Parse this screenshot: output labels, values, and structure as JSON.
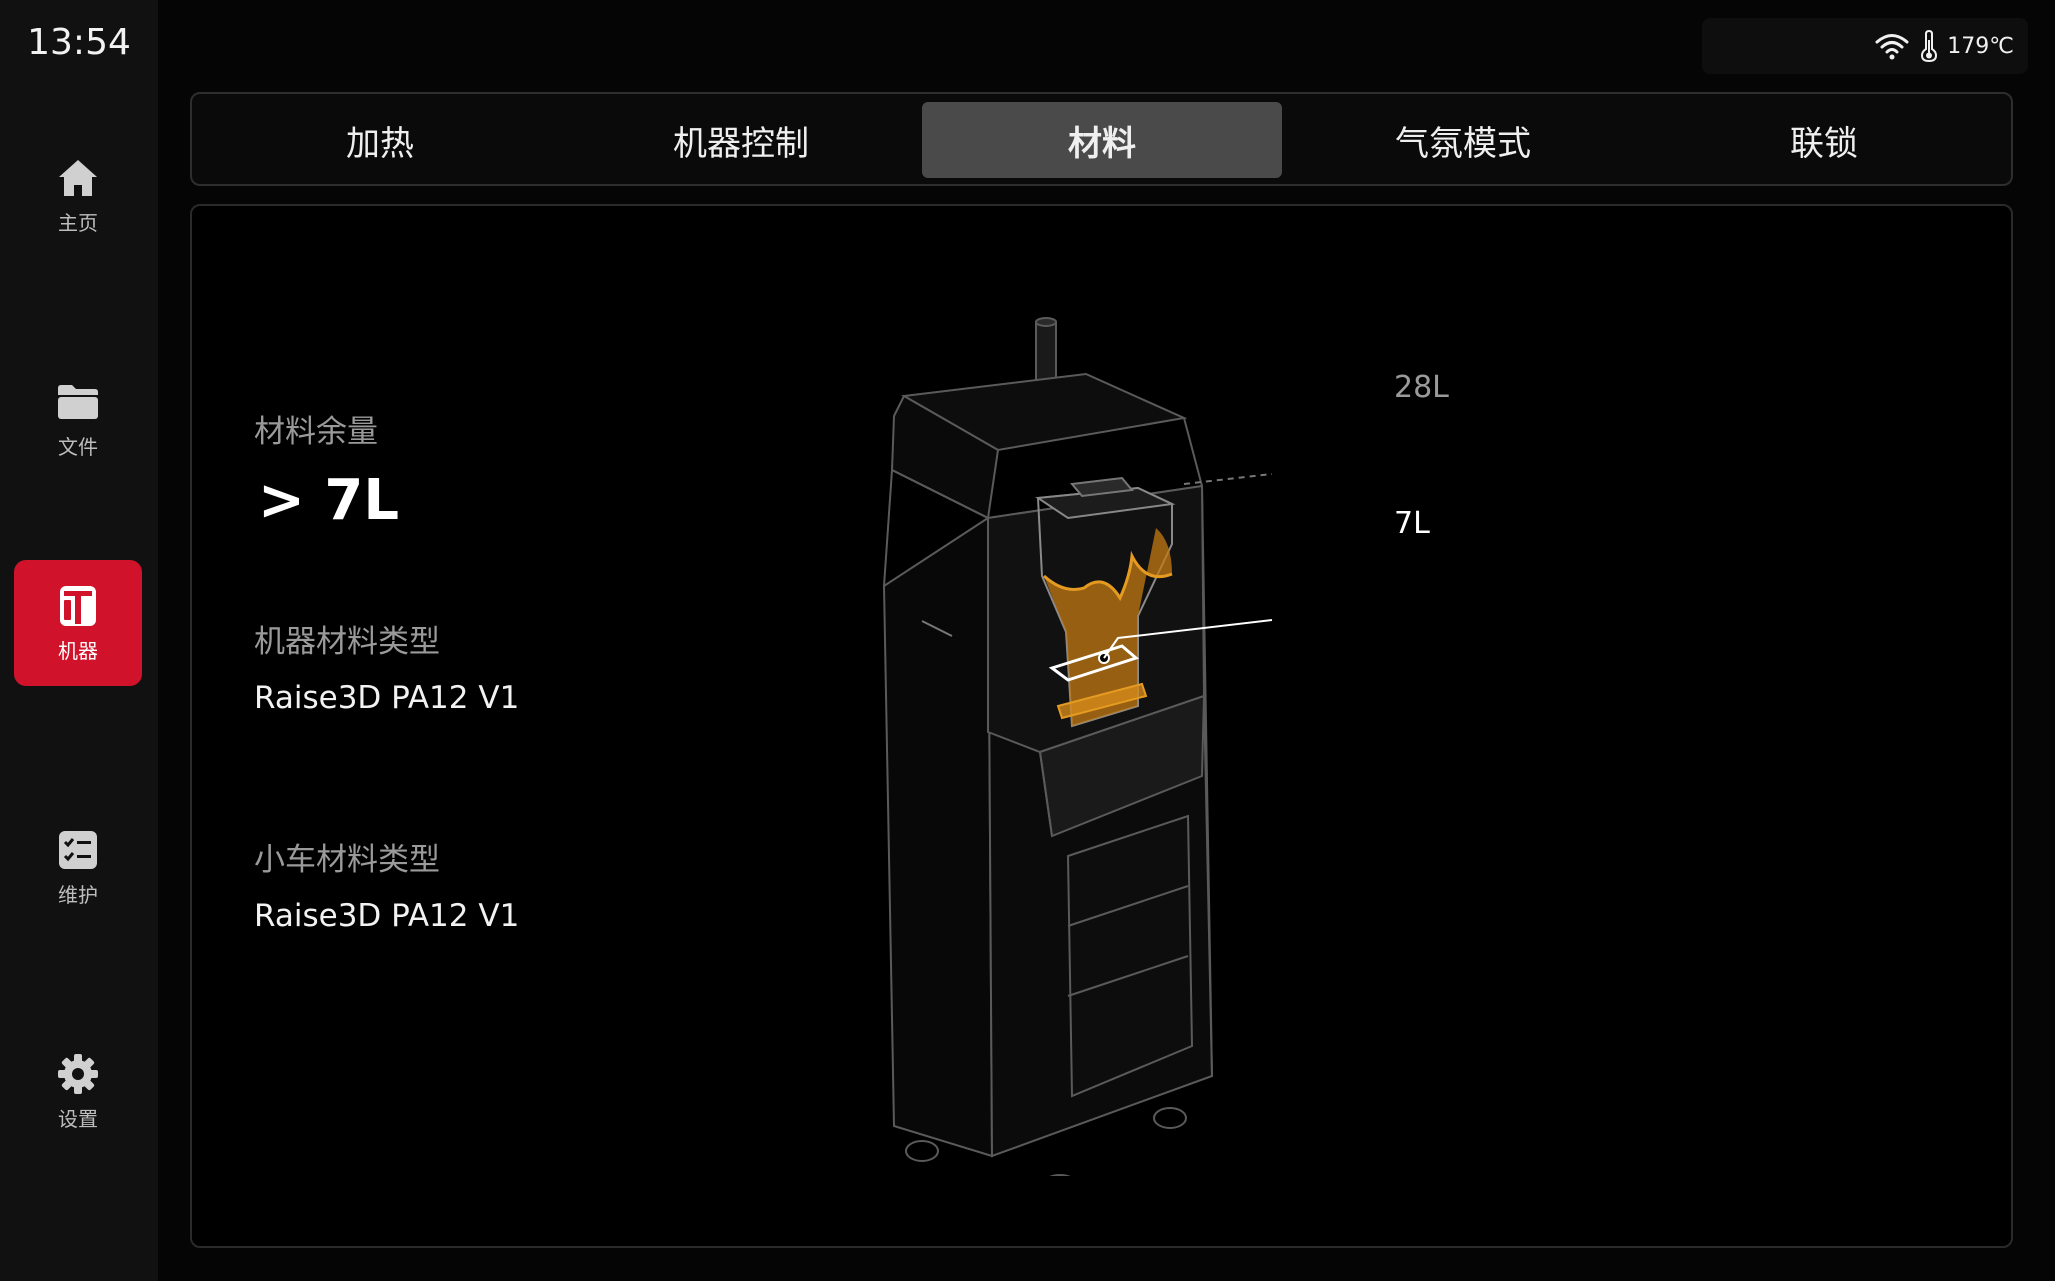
{
  "status_bar": {
    "time": "13:54",
    "temperature": "179℃",
    "icons": [
      "wifi-icon",
      "thermometer-icon"
    ]
  },
  "sidebar": {
    "items": [
      {
        "label": "主页",
        "icon": "home-icon",
        "active": false
      },
      {
        "label": "文件",
        "icon": "folder-icon",
        "active": false
      },
      {
        "label": "机器",
        "icon": "machine-icon",
        "active": true
      },
      {
        "label": "维护",
        "icon": "checklist-icon",
        "active": false
      },
      {
        "label": "设置",
        "icon": "gear-icon",
        "active": false
      }
    ]
  },
  "tabs": [
    {
      "label": "加热",
      "active": false
    },
    {
      "label": "机器控制",
      "active": false
    },
    {
      "label": "材料",
      "active": true
    },
    {
      "label": "气氛模式",
      "active": false
    },
    {
      "label": "联锁",
      "active": false
    }
  ],
  "material": {
    "remaining_label": "材料余量",
    "remaining_value": "> 7L",
    "machine_type_label": "机器材料类型",
    "machine_type_value": "Raise3D PA12 V1",
    "cart_type_label": "小车材料类型",
    "cart_type_value": "Raise3D PA12 V1"
  },
  "illustration": {
    "max_level_label": "28L",
    "current_level_label": "7L"
  },
  "colors": {
    "accent": "#d0132a",
    "material_fill": "#c47a12",
    "background": "#000000"
  }
}
